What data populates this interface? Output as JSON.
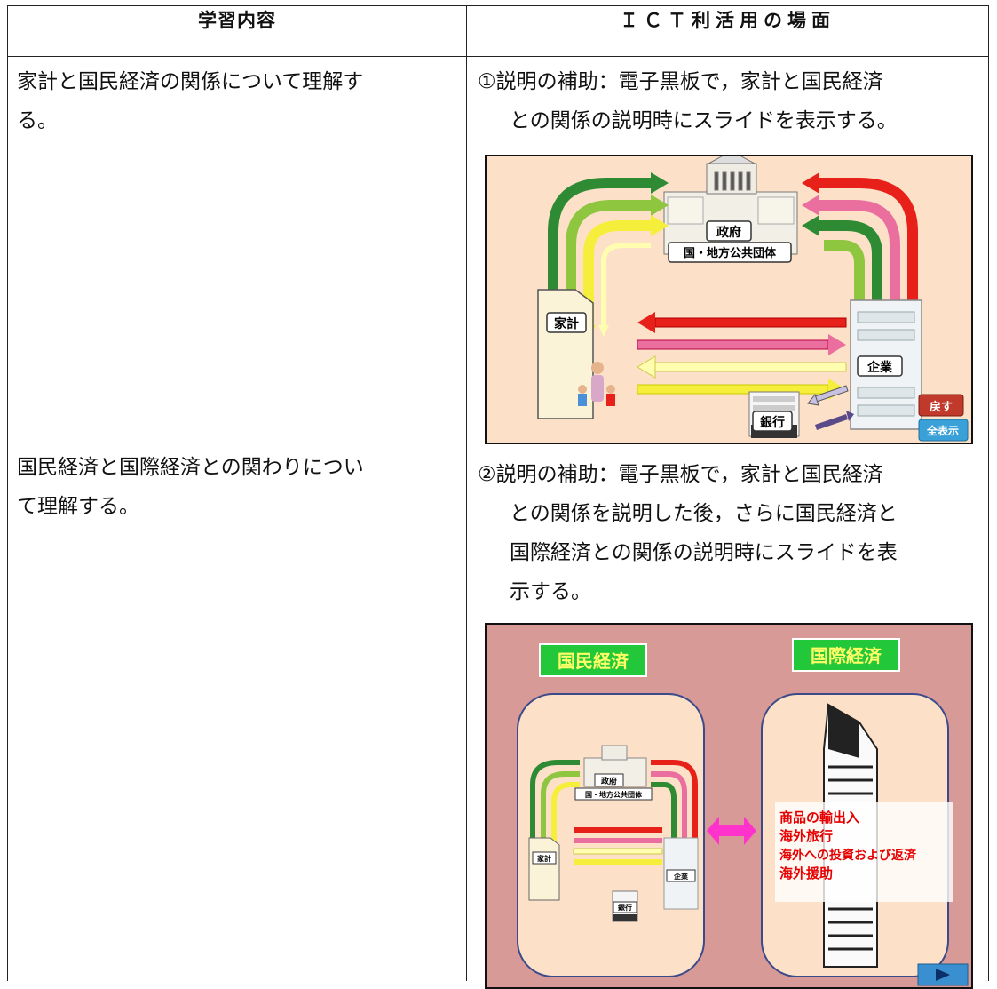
{
  "header": {
    "col1": "学習内容",
    "col2": "ＩＣＴ利活用の場面"
  },
  "left": {
    "item1": [
      "家計と国民経済の関係について理解す",
      "る。"
    ],
    "item2": [
      "国民経済と国際経済との関わりについ",
      "て理解する。"
    ]
  },
  "right": {
    "item1": [
      "①説明の補助：電子黒板で，家計と国民経済",
      "との関係の説明時にスライドを表示する。"
    ],
    "item2": [
      "②説明の補助：電子黒板で，家計と国民経済",
      "との関係を説明した後，さらに国民経済と",
      "国際経済との関係の説明時にスライドを表",
      "示する。"
    ]
  },
  "slide1": {
    "government": "政府",
    "public": "国・地方公共団体",
    "household": "家計",
    "company": "企業",
    "bank": "銀行",
    "btn_back": "戻す",
    "btn_all": "全表示"
  },
  "slide2": {
    "title_national": "国民経済",
    "title_international": "国際経済",
    "intl_items": [
      "商品の輸出入",
      "海外旅行",
      "海外への投資および返済",
      "海外援助"
    ],
    "mini": {
      "government": "政府",
      "public": "国・地方公共団体",
      "household": "家計",
      "company": "企業",
      "bank": "銀行"
    }
  },
  "colors": {
    "slide1_bg": "#fde0c8",
    "slide2_bg": "#d89a96",
    "title_green": "#22c73a",
    "title_text": "#ffff66",
    "intl_text": "#e60000",
    "arrow_red": "#e8201a",
    "arrow_green": "#2e9a3a",
    "arrow_yellow": "#f5ee3a",
    "arrow_pink": "#ea6f9f"
  }
}
